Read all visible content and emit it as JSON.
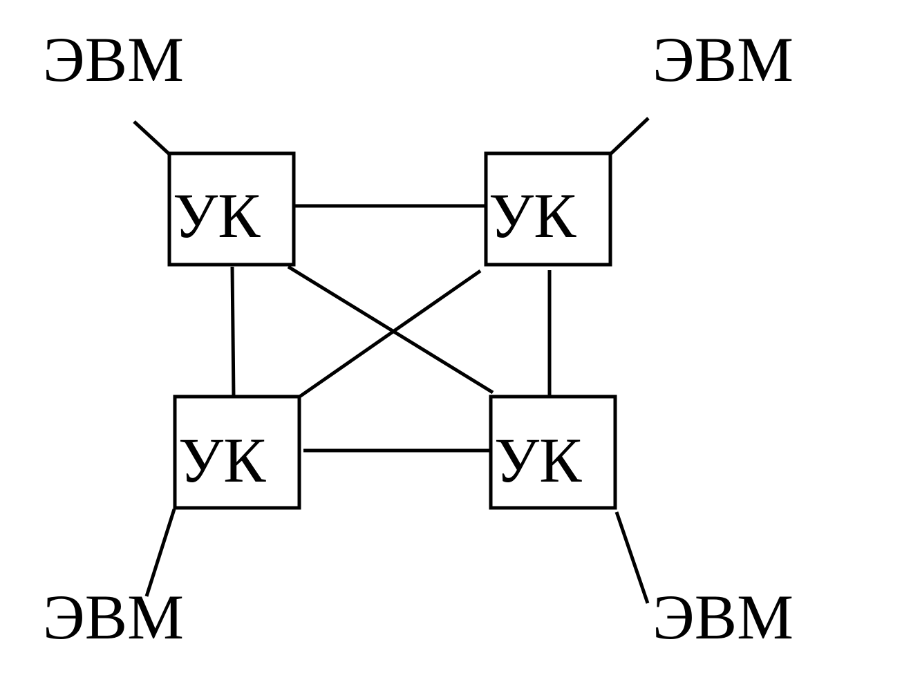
{
  "diagram": {
    "nodes": [
      {
        "id": "uk-top-left",
        "label": "УК"
      },
      {
        "id": "uk-top-right",
        "label": "УК"
      },
      {
        "id": "uk-bottom-left",
        "label": "УК"
      },
      {
        "id": "uk-bottom-right",
        "label": "УК"
      }
    ],
    "computers": [
      {
        "id": "evm-top-left",
        "label": "ЭВМ",
        "connected_to": "uk-top-left"
      },
      {
        "id": "evm-top-right",
        "label": "ЭВМ",
        "connected_to": "uk-top-right"
      },
      {
        "id": "evm-bottom-left",
        "label": "ЭВМ",
        "connected_to": "uk-bottom-left"
      },
      {
        "id": "evm-bottom-right",
        "label": "ЭВМ",
        "connected_to": "uk-bottom-right"
      }
    ],
    "links": [
      {
        "from": "uk-top-left",
        "to": "uk-top-right"
      },
      {
        "from": "uk-bottom-left",
        "to": "uk-bottom-right"
      },
      {
        "from": "uk-top-left",
        "to": "uk-bottom-left"
      },
      {
        "from": "uk-top-right",
        "to": "uk-bottom-right"
      },
      {
        "from": "uk-top-left",
        "to": "uk-bottom-right"
      },
      {
        "from": "uk-top-right",
        "to": "uk-bottom-left"
      }
    ],
    "colors": {
      "line": "#000000",
      "background": "#ffffff"
    }
  }
}
